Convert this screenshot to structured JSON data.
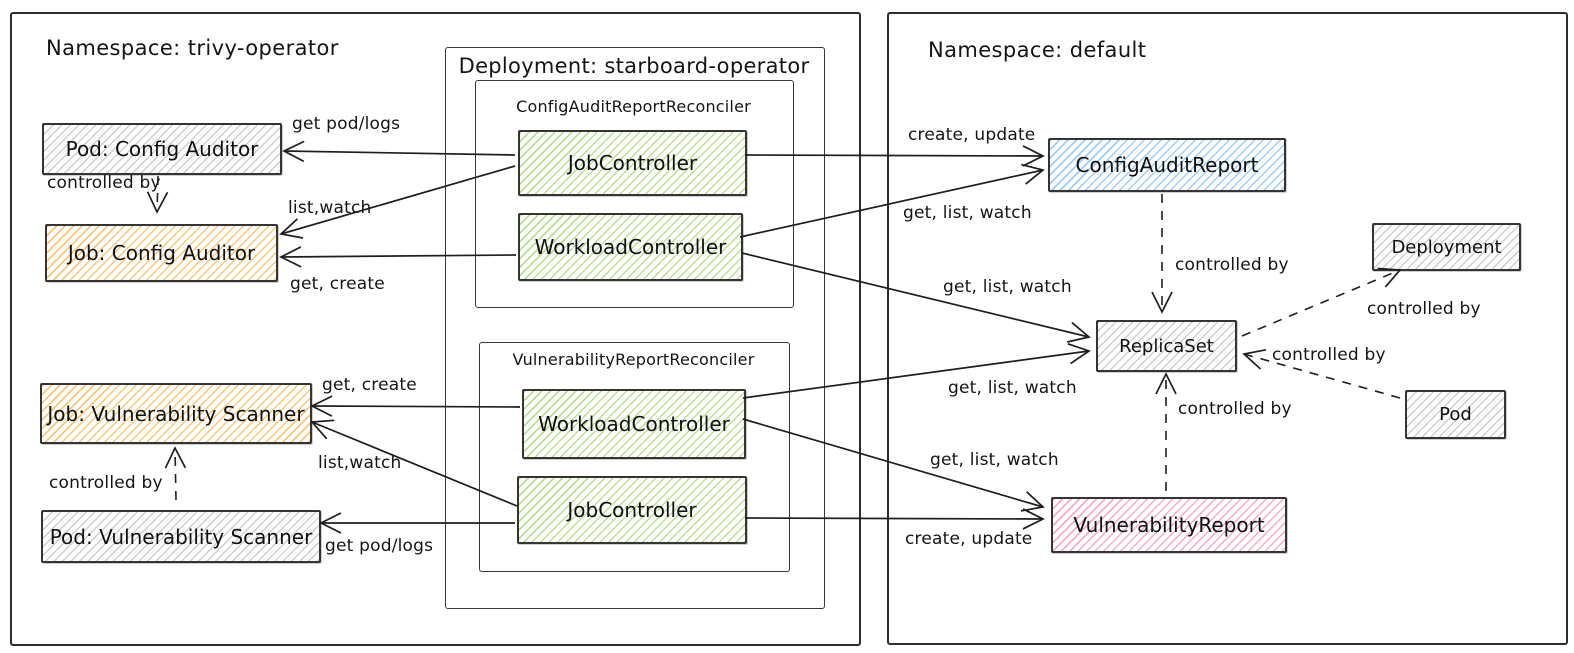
{
  "namespace_left": {
    "title": "Namespace: trivy-operator"
  },
  "namespace_right": {
    "title": "Namespace: default"
  },
  "deployment_group": {
    "title": "Deployment: starboard-operator"
  },
  "config_audit_reconciler": {
    "title": "ConfigAuditReportReconciler",
    "job_controller": "JobController",
    "workload_controller": "WorkloadController"
  },
  "vulnerability_reconciler": {
    "title": "VulnerabilityReportReconciler",
    "workload_controller": "WorkloadController",
    "job_controller": "JobController"
  },
  "nodes": {
    "pod_config_auditor": "Pod: Config Auditor",
    "job_config_auditor": "Job: Config Auditor",
    "job_vulnerability_scanner": "Job: Vulnerability Scanner",
    "pod_vulnerability_scanner": "Pod: Vulnerability Scanner",
    "config_audit_report": "ConfigAuditReport",
    "replica_set": "ReplicaSet",
    "deployment": "Deployment",
    "pod": "Pod",
    "vulnerability_report": "VulnerabilityReport"
  },
  "edge_labels": {
    "get_pod_logs": "get pod/logs",
    "list_watch": "list,watch",
    "get_create": "get, create",
    "controlled_by": "controlled by",
    "create_update": "create, update",
    "get_list_watch": "get, list, watch"
  },
  "colors": {
    "stroke": "#1e1e1e",
    "orange_hatch": "#f3a426",
    "green_hatch": "#86c542",
    "blue_hatch": "#60acf4",
    "pink_hatch": "#f3769c",
    "gray_hatch": "#9e9e9e"
  }
}
